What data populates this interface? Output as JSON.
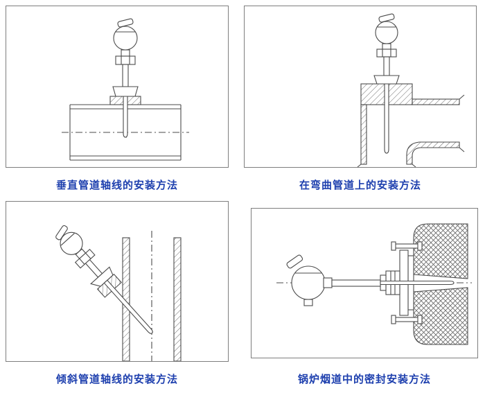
{
  "page": {
    "background": "#ffffff"
  },
  "colors": {
    "caption_blue": "#1d3fae",
    "line": "#4a4a4a",
    "frame_border": "#7d7d7d"
  },
  "panels": [
    {
      "id": "vertical-pipe",
      "caption": "垂直管道轴线的安装方法"
    },
    {
      "id": "curved-pipe",
      "caption": "在弯曲管道上的安装方法"
    },
    {
      "id": "inclined-pipe",
      "caption": "倾斜管道轴线的安装方法"
    },
    {
      "id": "boiler-flue",
      "caption": "锅炉烟道中的密封安装方法"
    }
  ]
}
